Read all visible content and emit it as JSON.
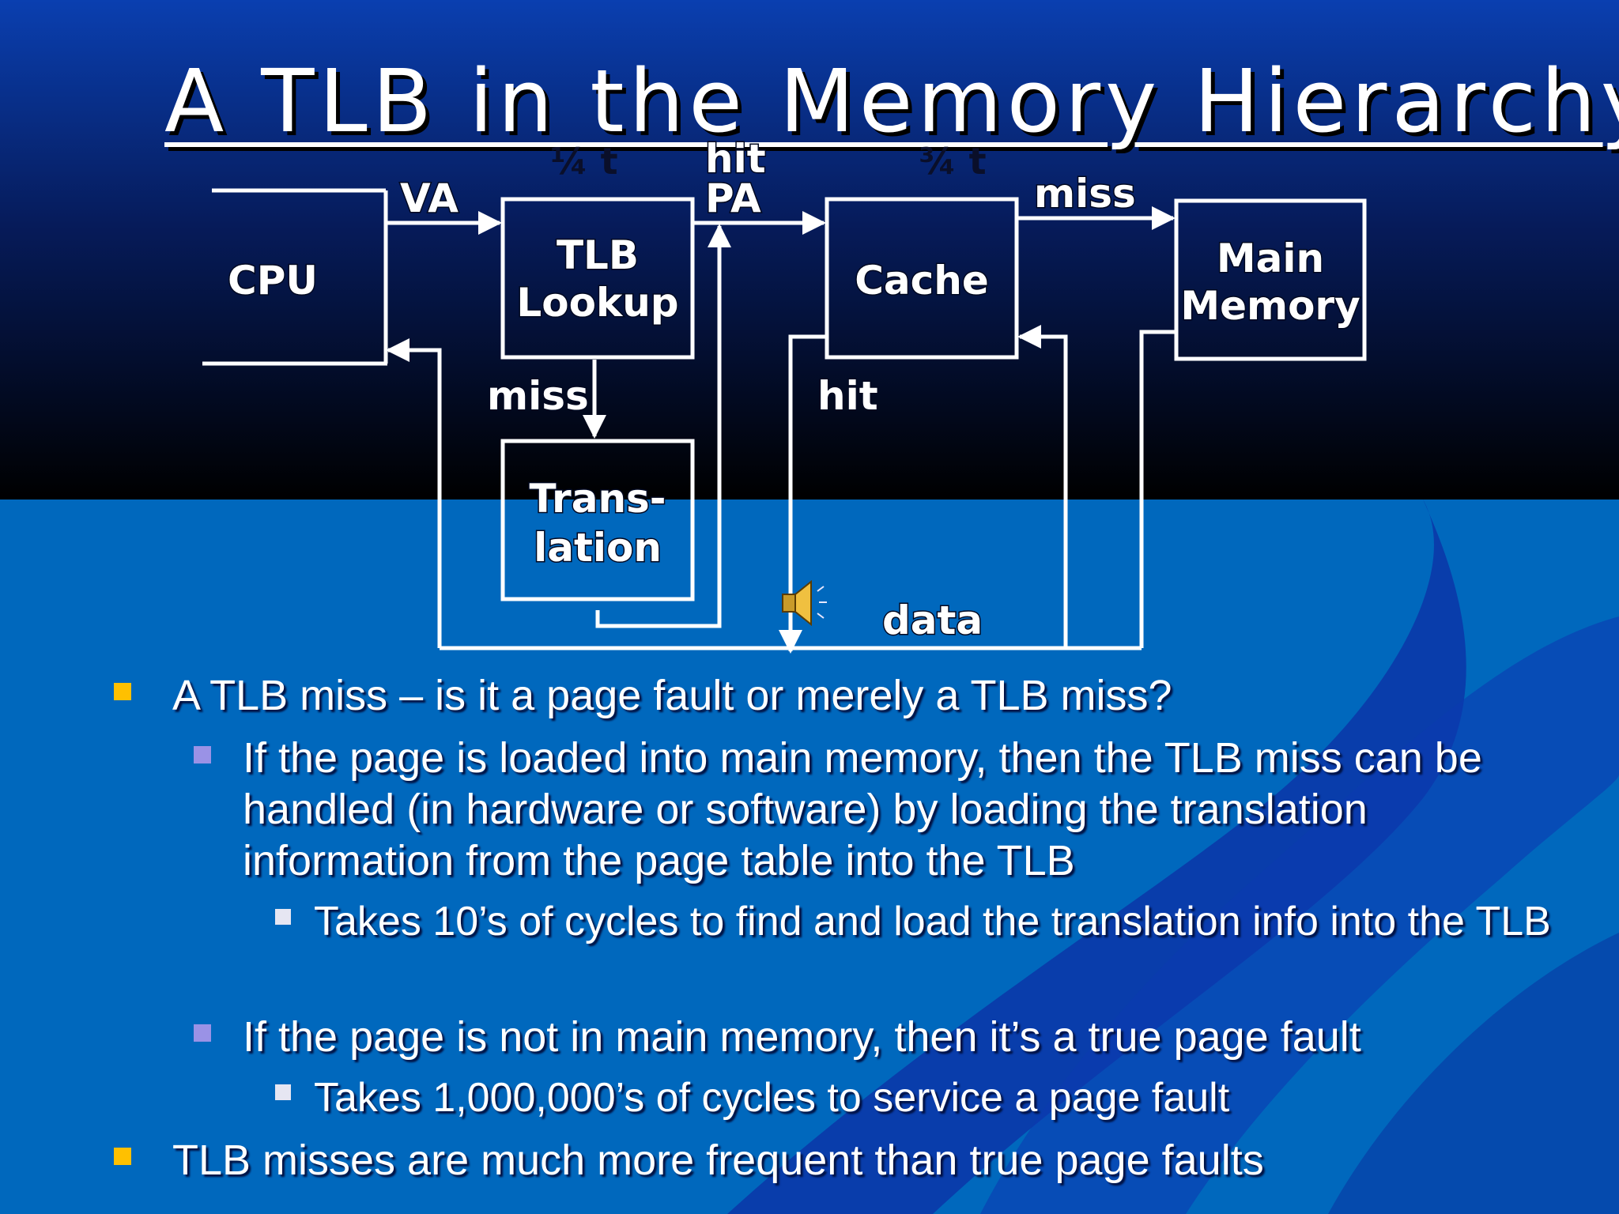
{
  "slide": {
    "title": "A TLB in the Memory Hierarchy"
  },
  "diagram": {
    "fraction_tlb": "¼  t",
    "fraction_cache": "¾ t",
    "boxes": {
      "cpu": "CPU",
      "tlb_line1": "TLB",
      "tlb_line2": "Lookup",
      "cache": "Cache",
      "main_memory_line1": "Main",
      "main_memory_line2": "Memory",
      "translation_line1": "Trans-",
      "translation_line2": "lation"
    },
    "labels": {
      "va": "VA",
      "hit_top": "hit",
      "pa": "PA",
      "miss_cache": "miss",
      "miss_tlb": "miss",
      "hit_cache": "hit",
      "data": "data"
    }
  },
  "bullets": [
    {
      "level": 1,
      "text": "A TLB miss – is it a page fault or merely a TLB miss?"
    },
    {
      "level": 2,
      "text": "If the page is loaded into main memory, then the TLB miss can be handled (in hardware or software) by loading the translation information from the page table into the TLB"
    },
    {
      "level": 3,
      "text": "Takes 10’s of cycles to find and load the translation info into the TLB"
    },
    {
      "level": 2,
      "text": "If the page is not in main memory, then it’s a true page fault"
    },
    {
      "level": 3,
      "text": "Takes 1,000,000’s of cycles to service a page fault"
    },
    {
      "level": 1,
      "text": "TLB misses are much more frequent than true page faults"
    }
  ],
  "colors": {
    "top_band_start": "#0a3fb0",
    "top_band_end": "#000000",
    "lower_blue": "#0068bd",
    "swoosh": "#0a36a8",
    "bullet_level1": "#ffc000",
    "bullet_level2": "#9a92e6",
    "bullet_level3": "#e6e6f2"
  },
  "icons": [
    "speaker-icon"
  ]
}
